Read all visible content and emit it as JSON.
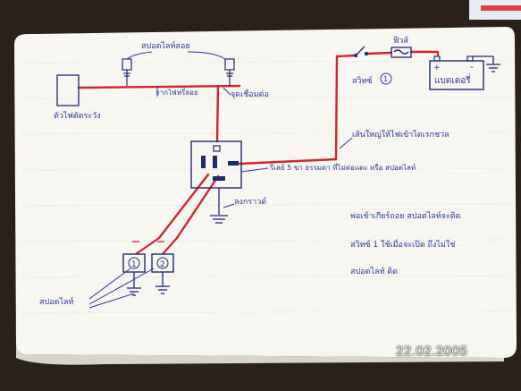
{
  "photo": {
    "date_stamp": "22.02.2005",
    "background_color": "#2a211b",
    "card_color": "#f7f6f1",
    "ink_blue": "#2b3a9a",
    "wire_red": "#d0262e",
    "edge_red": "#e04040"
  },
  "diagram": {
    "labels": {
      "headlights_top": "สปอตไลท์ลอย",
      "fuse_box": "ตัวไฟตัดระวัง",
      "from_fuse": "จากไฟหรี่ลอย",
      "power_entry": "จุดเชื่อมต่อ",
      "fuse": "ฟิวส์",
      "switch": "สวิทซ์",
      "switch_num": "1",
      "battery": "แบตเตอรี่",
      "battery_plus": "+",
      "battery_minus": "-",
      "battery_feed": "เส้นใหญ่ให้ไฟเข้าไดเรกชวล",
      "relay": "รีเลย์ 5 ขา ธรรมดา ที่ไม่ต่อแตะ หรือ สปอตไลท์",
      "ground": "ลงกราวด์",
      "note_line1": "พอเข้าเกียร์ถอย สปอตไลท์จะติด",
      "note_line2": "สวิทซ์ 1 ใช้เมื่อจะเปิด ถึงไม่ใช่",
      "note_line3": "สปอตไลท์ ติด",
      "spotlights": "สปอตไลท์",
      "spot1": "1",
      "spot2": "2"
    }
  }
}
